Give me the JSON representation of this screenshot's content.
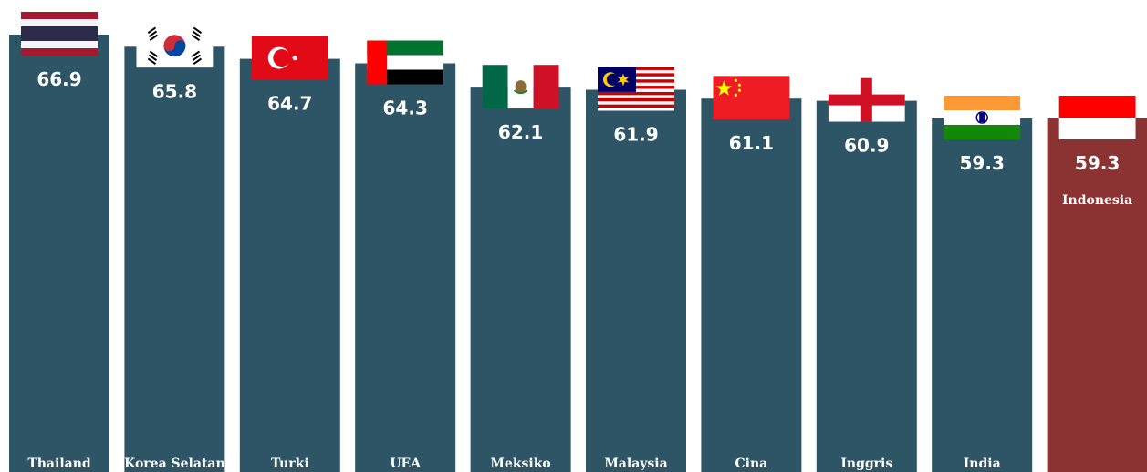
{
  "chart_data": {
    "type": "bar",
    "categories": [
      "Thailand",
      "Korea Selatan",
      "Turki",
      "UEA",
      "Meksiko",
      "Malaysia",
      "Cina",
      "Inggris",
      "India",
      "Indonesia"
    ],
    "values": [
      66.9,
      65.8,
      64.7,
      64.3,
      62.1,
      61.9,
      61.1,
      60.9,
      59.3,
      59.3
    ],
    "value_labels": [
      "66.9",
      "65.8",
      "64.7",
      "64.3",
      "62.1",
      "61.9",
      "61.1",
      "60.9",
      "59.3",
      "59.3"
    ],
    "title": "",
    "xlabel": "",
    "ylabel": "",
    "grid": false,
    "legend": "none",
    "colors": {
      "default_bar": "#2e5566",
      "highlight_bar": "#8b3232",
      "label_text": "#ffffff"
    },
    "highlight_category": "Indonesia",
    "flag_icons": [
      "thailand-flag-icon",
      "south-korea-flag-icon",
      "turkey-flag-icon",
      "uae-flag-icon",
      "mexico-flag-icon",
      "malaysia-flag-icon",
      "china-flag-icon",
      "england-flag-icon",
      "india-flag-icon",
      "indonesia-flag-icon"
    ]
  }
}
